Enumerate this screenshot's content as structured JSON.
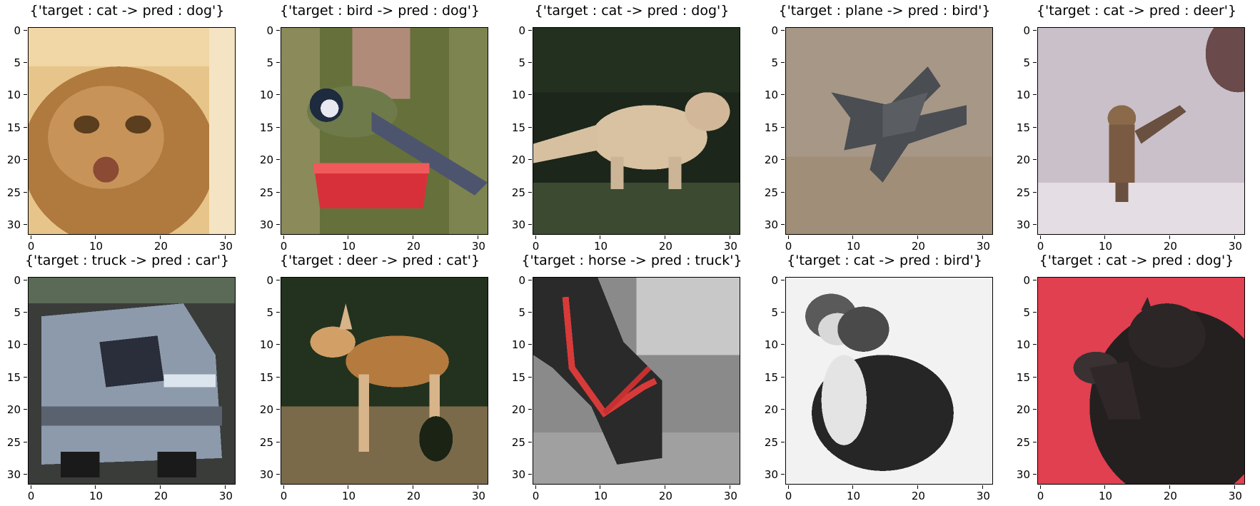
{
  "figure": {
    "panels": [
      {
        "title": "{'target : cat -> pred : dog'}",
        "subject": "close-up tabby cat"
      },
      {
        "title": "{'target : bird -> pred : dog'}",
        "subject": "bird at red feeder"
      },
      {
        "title": "{'target : cat -> pred : dog'}",
        "subject": "cream cat walking on grass"
      },
      {
        "title": "{'target : plane -> pred : bird'}",
        "subject": "grey fighter jet over ground"
      },
      {
        "title": "{'target : cat -> pred : deer'}",
        "subject": "kitten on pale background"
      },
      {
        "title": "{'target : truck -> pred : car'}",
        "subject": "grey-blue truck"
      },
      {
        "title": "{'target : deer -> pred : cat'}",
        "subject": "fawn in forest"
      },
      {
        "title": "{'target : horse -> pred : truck'}",
        "subject": "dark horse with red halter"
      },
      {
        "title": "{'target : cat -> pred : bird'}",
        "subject": "black and white cat on white"
      },
      {
        "title": "{'target : cat -> pred : dog'}",
        "subject": "black cat on red background"
      }
    ],
    "x_ticks": [
      "0",
      "10",
      "20",
      "30"
    ],
    "y_ticks": [
      "0",
      "5",
      "10",
      "15",
      "20",
      "25",
      "30"
    ]
  }
}
